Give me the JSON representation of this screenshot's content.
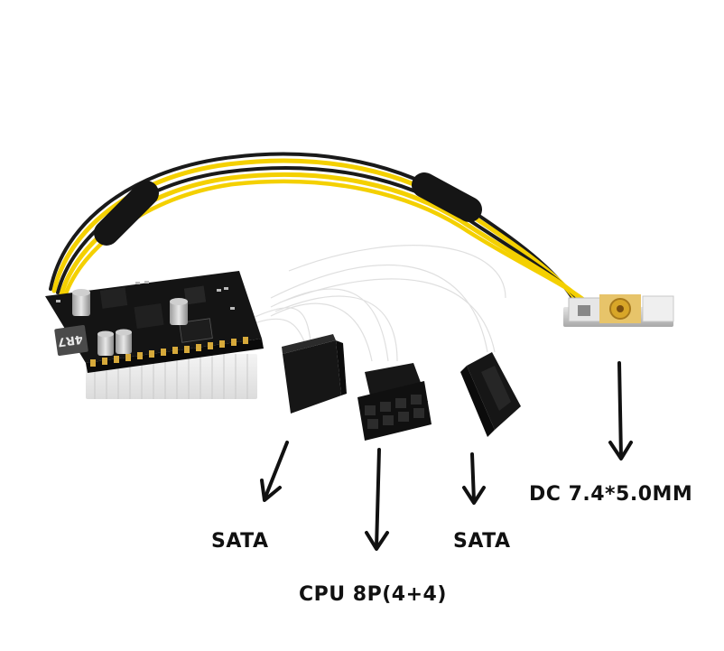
{
  "labels": {
    "sata_left": "SATA",
    "cpu": "CPU 8P(4+4)",
    "sata_right": "SATA",
    "dc": "DC 7.4*5.0MM"
  },
  "pcb": {
    "inductor_marking": "4R7"
  },
  "colors": {
    "background": "#ffffff",
    "wire_yellow": "#f4d000",
    "wire_black": "#1a1a1a",
    "pcb": "#141414",
    "connector": "#161616",
    "arrow": "#111111",
    "dc_jack_gold": "#d8a628",
    "label_text": "#111111"
  }
}
